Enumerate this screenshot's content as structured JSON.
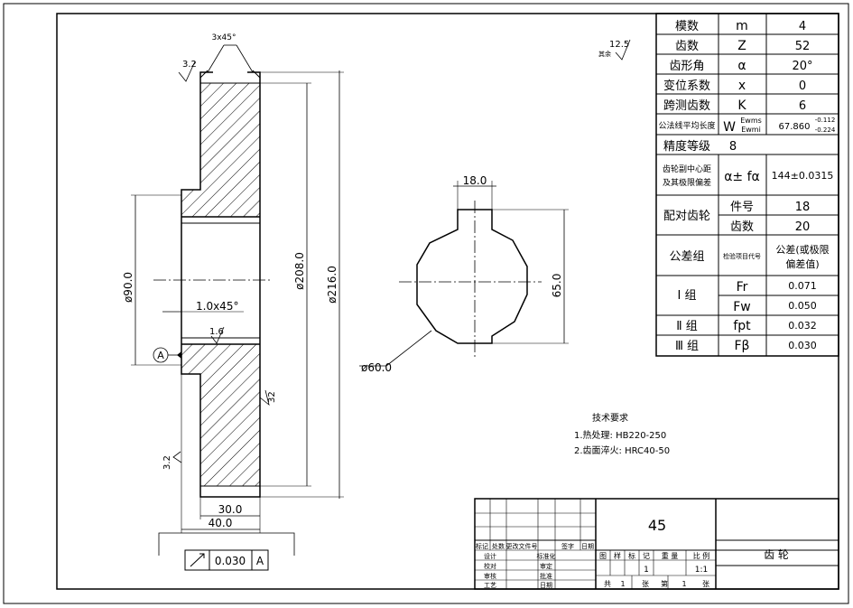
{
  "params": [
    {
      "name": "模数",
      "sym": "m",
      "val": "4"
    },
    {
      "name": "齿数",
      "sym": "Z",
      "val": "52"
    },
    {
      "name": "齿形角",
      "sym": "α",
      "val": "20°"
    },
    {
      "name": "变位系数",
      "sym": "x",
      "val": "0"
    },
    {
      "name": "跨测齿数",
      "sym": "K",
      "val": "6"
    }
  ],
  "wk": {
    "name": "公法线平均长度",
    "sym": "W",
    "sup": "Ewms",
    "sub": "Ewmi",
    "val": "67.860",
    "tol_upper": "-0.112",
    "tol_lower": "-0.224"
  },
  "accuracy": {
    "name": "精度等级",
    "val": "8"
  },
  "center": {
    "name1": "齿轮副中心距",
    "name2": "及其极限偏差",
    "sym": "α± fα",
    "val": "144±0.0315"
  },
  "mating": {
    "name": "配对齿轮",
    "rows": [
      {
        "label": "件号",
        "val": "18"
      },
      {
        "label": "齿数",
        "val": "20"
      }
    ]
  },
  "tol_header": {
    "group": "公差组",
    "code": "检验项目代号",
    "value1": "公差(或极限",
    "value2": "偏差值)"
  },
  "tol_rows": [
    {
      "group": "Ⅰ 组",
      "sym": "Fr",
      "val": "0.071"
    },
    {
      "group": "",
      "sym": "Fw",
      "val": "0.050"
    },
    {
      "group": "Ⅱ 组",
      "sym": "fpt",
      "val": "0.032"
    },
    {
      "group": "Ⅲ 组",
      "sym": "Fβ",
      "val": "0.030"
    }
  ],
  "tech": {
    "title": "技术要求",
    "line1": "1.热处理:  HB220-250",
    "line2": "2.齿面淬火: HRC40-50"
  },
  "rough": {
    "general": "12.5",
    "general_note": "其余",
    "r1": "3.2",
    "r2": "1.6",
    "r3": "32",
    "r4": "3.2"
  },
  "dims": {
    "chamfer_top": "3x45°",
    "bore_chamfer": "1.0x45°",
    "d_bore": "ø90.0",
    "d_root": "ø208.0",
    "d_tip": "ø216.0",
    "hub_w": "30.0",
    "total_w": "40.0",
    "key_w": "18.0",
    "key_h": "65.0",
    "shaft_d": "ø60.0"
  },
  "datum": "A",
  "gdt": {
    "tol": "0.030",
    "datum": "A"
  },
  "title_block": {
    "material": "45",
    "name": "齿   轮",
    "hdr": [
      "标记",
      "处数",
      "更改文件号",
      "签字",
      "日期"
    ],
    "left_rows": [
      [
        "设计",
        "标准化"
      ],
      [
        "校对",
        "审定"
      ],
      [
        "审核",
        "批准"
      ],
      [
        "工艺",
        "日期"
      ]
    ],
    "sheet_hdr": [
      "图",
      "样",
      "标",
      "记",
      "数量",
      "重  量",
      "比  例"
    ],
    "sheet_vals": [
      "1",
      "1:1"
    ],
    "sheet_footer": [
      "共",
      "1",
      "张",
      "第",
      "1",
      "张"
    ]
  }
}
